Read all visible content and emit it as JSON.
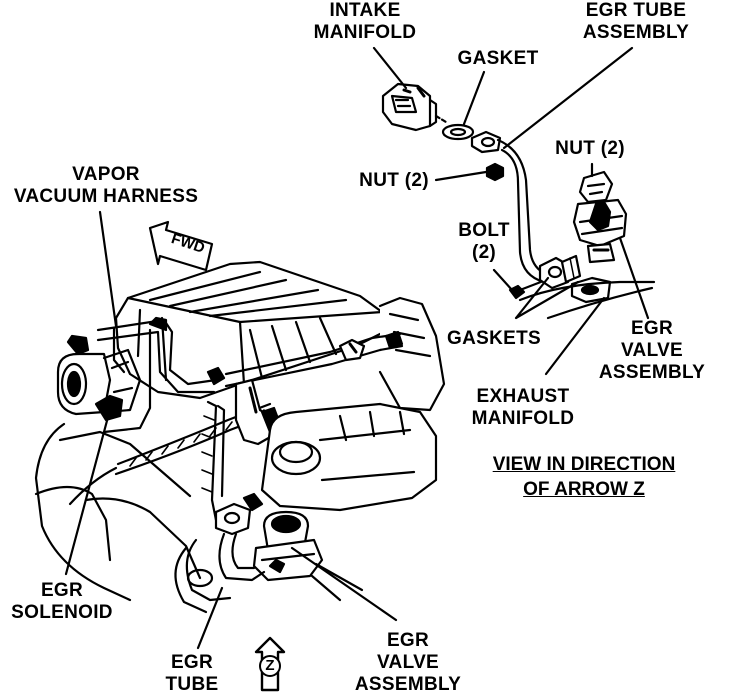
{
  "colors": {
    "ink": "#000000",
    "paper": "#ffffff"
  },
  "labels": {
    "intake_manifold": [
      "INTAKE",
      "MANIFOLD"
    ],
    "egr_tube_assembly": [
      "EGR TUBE",
      "ASSEMBLY"
    ],
    "gasket": "GASKET",
    "nut_left": "NUT (2)",
    "nut_right": "NUT (2)",
    "bolt": [
      "BOLT",
      "(2)"
    ],
    "vapor_vacuum_harness": [
      "VAPOR",
      "VACUUM HARNESS"
    ],
    "gaskets": "GASKETS",
    "exhaust_manifold": [
      "EXHAUST",
      "MANIFOLD"
    ],
    "egr_valve_assembly_detail": [
      "EGR",
      "VALVE",
      "ASSEMBLY"
    ],
    "view_direction": [
      "VIEW IN DIRECTION",
      "OF ARROW Z"
    ],
    "egr_solenoid": [
      "EGR",
      "SOLENOID"
    ],
    "egr_tube": [
      "EGR",
      "TUBE"
    ],
    "egr_valve_assembly_main": [
      "EGR",
      "VALVE",
      "ASSEMBLY"
    ]
  },
  "marks": {
    "fwd": "FWD",
    "arrow_z": "Z"
  }
}
